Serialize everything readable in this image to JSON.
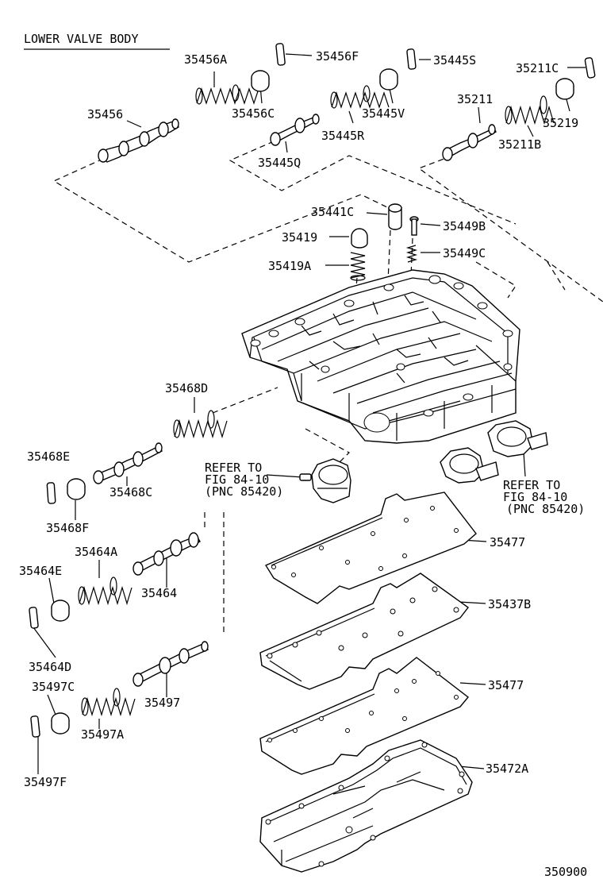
{
  "title": "LOWER VALVE BODY",
  "figure_number": "350900",
  "labels": {
    "p35456A": "35456A",
    "p35456F": "35456F",
    "p35445S": "35445S",
    "p35211C": "35211C",
    "p35456": "35456",
    "p35456C": "35456C",
    "p35445V": "35445V",
    "p35211": "35211",
    "p35219": "35219",
    "p35445R": "35445R",
    "p35211B": "35211B",
    "p35445Q": "35445Q",
    "p35441C": "35441C",
    "p35449B": "35449B",
    "p35419": "35419",
    "p35449C": "35449C",
    "p35419A": "35419A",
    "p35468D": "35468D",
    "p35468E": "35468E",
    "p35468C": "35468C",
    "p35468F": "35468F",
    "p35477a": "35477",
    "p35464A": "35464A",
    "p35464E": "35464E",
    "p35464": "35464",
    "p35437B": "35437B",
    "p35464D": "35464D",
    "p35477b": "35477",
    "p35497C": "35497C",
    "p35497": "35497",
    "p35497A": "35497A",
    "p35472A": "35472A",
    "p35497F": "35497F"
  },
  "refer_left": {
    "line1": "REFER TO",
    "line2": "FIG 84-10",
    "line3": "(PNC 85420)"
  },
  "refer_right": {
    "line1": "REFER TO",
    "line2": "FIG 84-10",
    "line3": "(PNC 85420)"
  }
}
